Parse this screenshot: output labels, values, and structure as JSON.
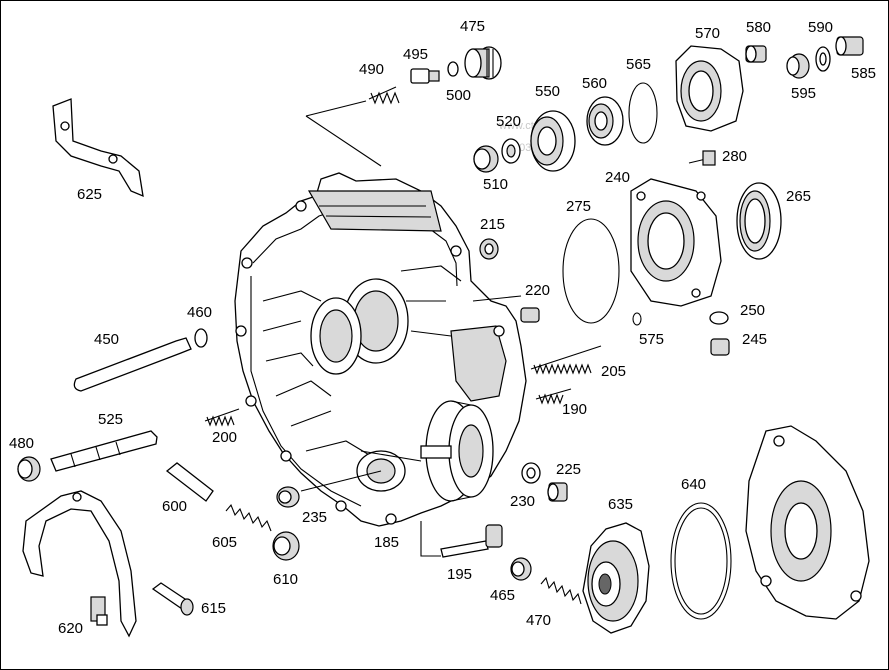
{
  "labels": {
    "l490": "490",
    "l495": "495",
    "l475": "475",
    "l500": "500",
    "l550": "550",
    "l560": "560",
    "l565": "565",
    "l570": "570",
    "l580": "580",
    "l590": "590",
    "l595": "595",
    "l585": "585",
    "l520": "520",
    "l510": "510",
    "l280": "280",
    "l240": "240",
    "l265": "265",
    "l275": "275",
    "l625": "625",
    "l215": "215",
    "l220": "220",
    "l250": "250",
    "l575": "575",
    "l245": "245",
    "l460": "460",
    "l450": "450",
    "l205": "205",
    "l190": "190",
    "l525": "525",
    "l480": "480",
    "l200": "200",
    "l225": "225",
    "l600": "600",
    "l235": "235",
    "l230": "230",
    "l635": "635",
    "l640": "640",
    "l605": "605",
    "l185": "185",
    "l195": "195",
    "l610": "610",
    "l465": "465",
    "l615": "615",
    "l620": "620",
    "l470": "470"
  },
  "watermark": {
    "line1": "www.ctm6.com",
    "line2": "00398865.2"
  }
}
